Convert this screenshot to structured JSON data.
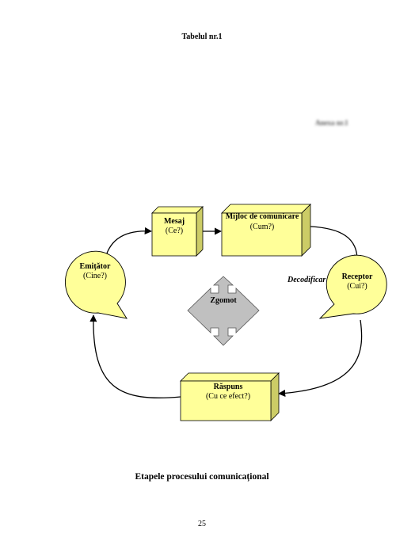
{
  "header": {
    "table_title": "Tabelul nr.1",
    "annex_label": "Anexa nr.1"
  },
  "diagram": {
    "nodes": {
      "mesaj": {
        "title": "Mesaj",
        "subtitle": "(Ce?)"
      },
      "mijloc": {
        "title": "Mijloc de comunicare",
        "subtitle": "(Cum?)"
      },
      "emitator": {
        "title": "Emițător",
        "subtitle": "(Cine?)"
      },
      "receptor": {
        "title": "Receptor",
        "subtitle": "(Cui?)"
      },
      "raspuns": {
        "title": "Răspuns",
        "subtitle": "(Cu ce efect?)"
      },
      "zgomot": {
        "title": "Zgomot"
      }
    },
    "annotations": {
      "decodificare": "Decodificar"
    },
    "colors": {
      "box_fill": "#ffff99",
      "box_side": "#cccc66",
      "box_stroke": "#000000",
      "noise_fill": "#c0c0c0"
    }
  },
  "footer": {
    "caption": "Etapele procesului comunicațional",
    "page_number": "25"
  }
}
